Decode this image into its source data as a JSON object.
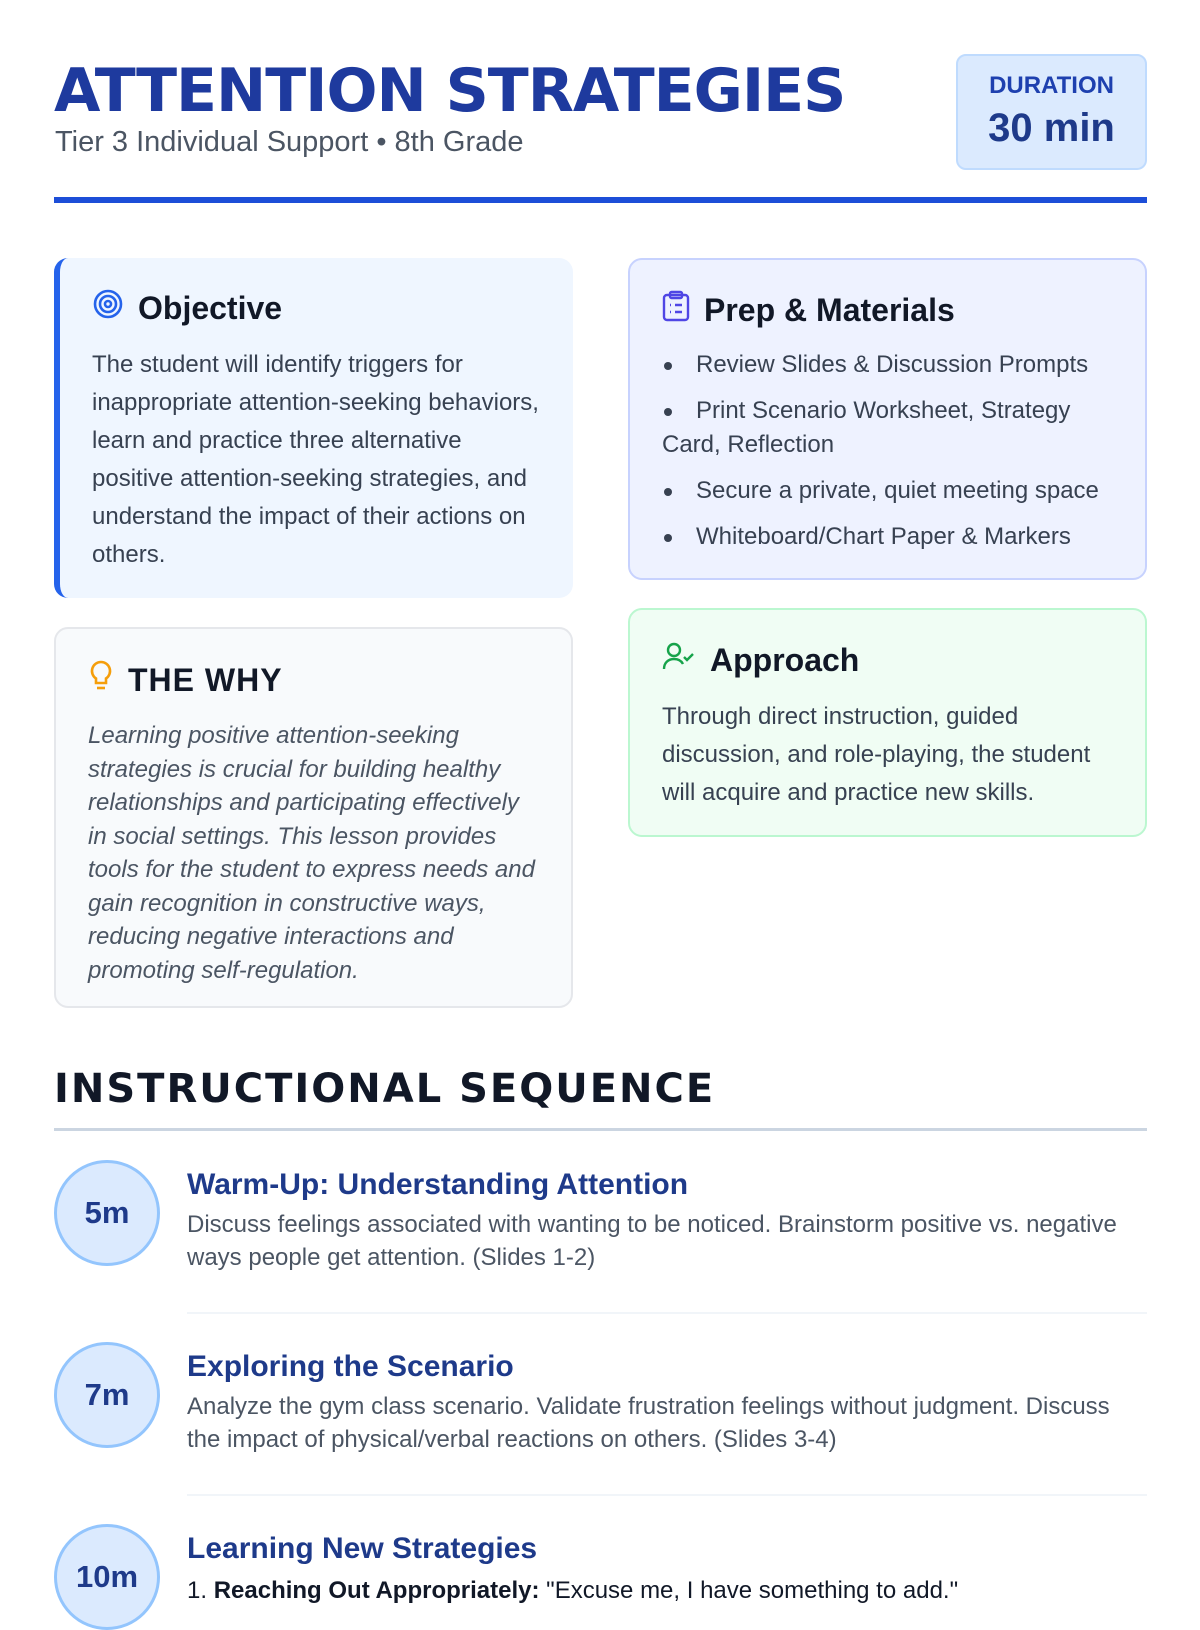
{
  "header": {
    "title": "ATTENTION STRATEGIES",
    "subtitle": "Tier 3 Individual Support • 8th Grade",
    "duration_label": "DURATION",
    "duration_value": "30 min"
  },
  "objective": {
    "title": "Objective",
    "text": "The student will identify triggers for inappropriate attention-seeking behaviors, learn and practice three alternative positive attention-seeking strategies, and understand the impact of their actions on others."
  },
  "prep": {
    "title": "Prep & Materials",
    "items": [
      "Review Slides & Discussion Prompts",
      "Print Scenario Worksheet, Strategy Card, Reflection",
      "Secure a private, quiet meeting space",
      "Whiteboard/Chart Paper & Markers"
    ]
  },
  "why": {
    "title": "THE WHY",
    "text": "Learning positive attention-seeking strategies is crucial for building healthy relationships and participating effectively in social settings. This lesson provides tools for the student to express needs and gain recognition in constructive ways, reducing negative interactions and promoting self-regulation."
  },
  "approach": {
    "title": "Approach",
    "text": "Through direct instruction, guided discussion, and role-playing, the student will acquire and practice new skills."
  },
  "sequence": {
    "title": "INSTRUCTIONAL SEQUENCE",
    "steps": [
      {
        "time": "5m",
        "title": "Warm-Up: Understanding Attention",
        "text": "Discuss feelings associated with wanting to be noticed. Brainstorm positive vs. negative ways people get attention. (Slides 1-2)"
      },
      {
        "time": "7m",
        "title": "Exploring the Scenario",
        "text": "Analyze the gym class scenario. Validate frustration feelings without judgment. Discuss the impact of physical/verbal reactions on others. (Slides 3-4)"
      },
      {
        "time": "10m",
        "title": "Learning New Strategies",
        "item_number": "1.",
        "item_label": "Reaching Out Appropriately:",
        "item_text": "\"Excuse me, I have something to add.\""
      }
    ]
  }
}
